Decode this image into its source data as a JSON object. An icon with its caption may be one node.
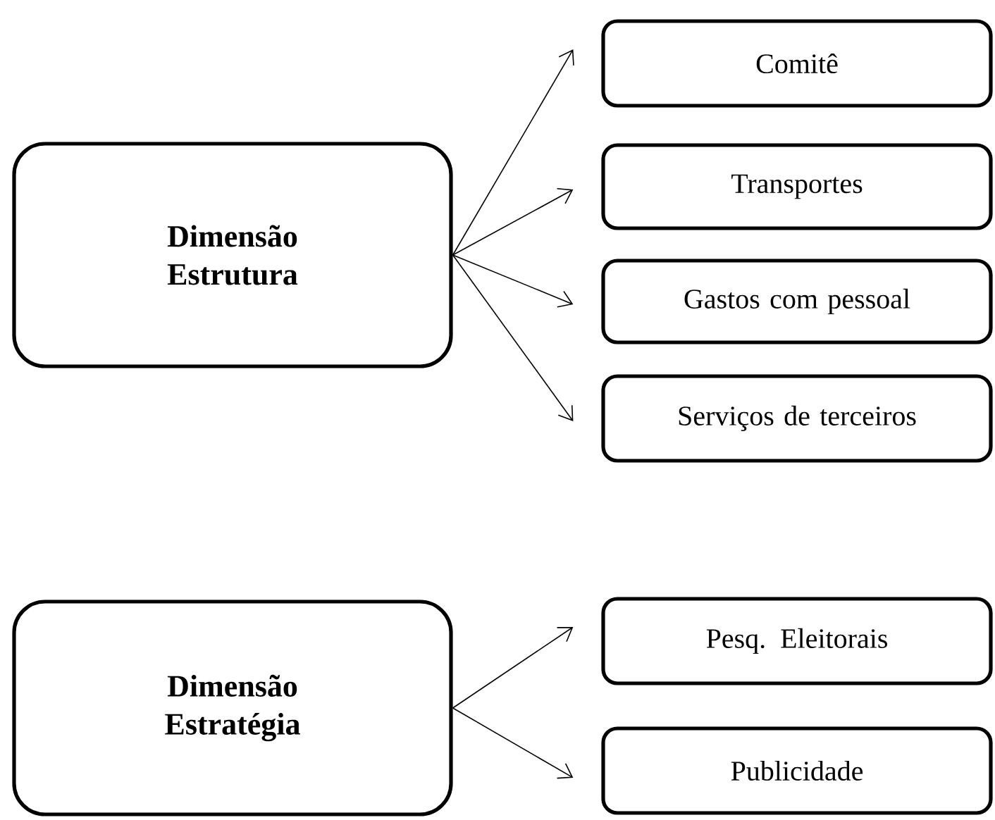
{
  "diagram": {
    "nodes": [
      {
        "text": [
          "Dimensão Estrutura"
        ]
      },
      {
        "text": [
          "Comitê"
        ]
      },
      {
        "text": [
          "Transportes"
        ]
      },
      {
        "text": [
          "Gastos com pessoal"
        ]
      },
      {
        "text": [
          "Serviços de terceiros"
        ]
      },
      {
        "text": [
          "Dimensão Estratégia"
        ]
      },
      {
        "text": [
          "Pesq. Eleitorais"
        ]
      },
      {
        "text": [
          "Publicidade"
        ]
      }
    ],
    "edges": [
      {
        "from": 0,
        "to": 1,
        "arrow": "to"
      },
      {
        "from": 0,
        "to": 2,
        "arrow": "to"
      },
      {
        "from": 0,
        "to": 3,
        "arrow": "to"
      },
      {
        "from": 0,
        "to": 4,
        "arrow": "to"
      },
      {
        "from": 5,
        "to": 6,
        "arrow": "to"
      },
      {
        "from": 5,
        "to": 7,
        "arrow": "to"
      }
    ]
  }
}
